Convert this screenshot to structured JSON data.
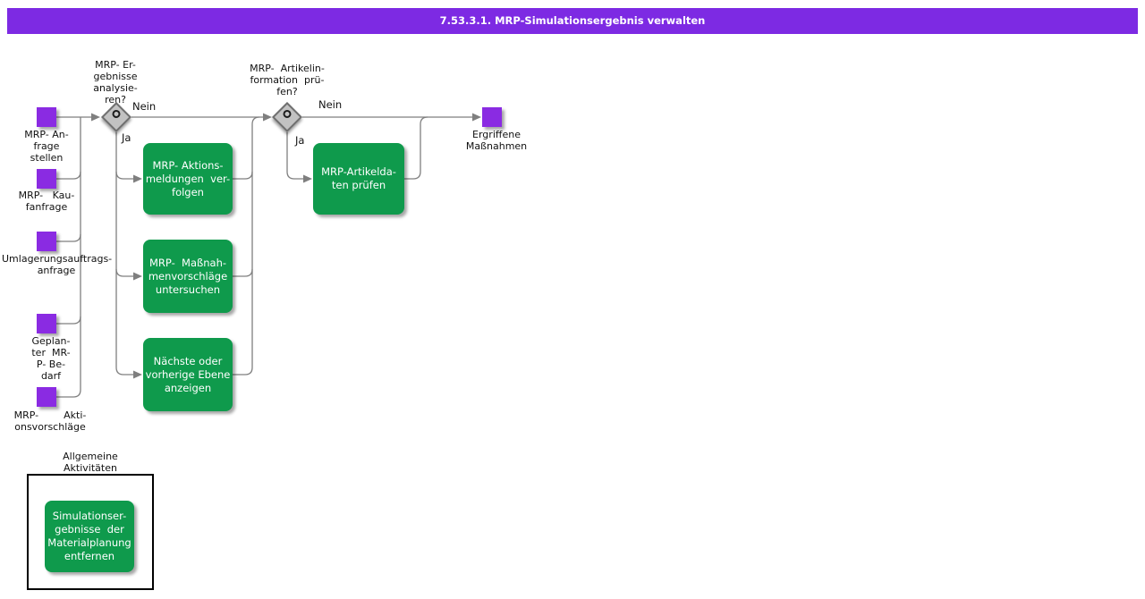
{
  "title_bar": {
    "text": "7.53.3.1. MRP-Simulationsergebnis verwalten"
  },
  "colors": {
    "title_bar": "#7d2ae3",
    "event": "#8a2be2",
    "activity": "#0f9a4c",
    "connector": "#7f7f7f",
    "gateway_fill": "#c2c2c2",
    "gateway_border": "#6f6f6f"
  },
  "events": [
    {
      "label": "MRP- An-\nfrage\nstellen"
    },
    {
      "label": "MRP-   Kau-\nfanfrage"
    },
    {
      "label": "Umlagerungsauftrags-\nanfrage"
    },
    {
      "label": "Geplan-\nter  MR-\nP- Be-\ndarf"
    },
    {
      "label": "MRP-        Akti-\nonsvorschläge"
    }
  ],
  "gateways": [
    {
      "question": "MRP- Er-\ngebnisse\nanalysie-\nren?",
      "yes_label": "Ja",
      "no_label": "Nein"
    },
    {
      "question": "MRP-  Artikelin-\nformation  prü-\nfen?",
      "yes_label": "Ja",
      "no_label": "Nein"
    }
  ],
  "activities": [
    {
      "label": "MRP- Aktions-\nmeldungen  ver-\nfolgen"
    },
    {
      "label": "MRP-  Maßnah-\nmenvorschläge\nuntersuchen"
    },
    {
      "label": "Nächste oder\nvorherige Ebene\nanzeigen"
    },
    {
      "label": "MRP-Artikelda-\nten prüfen"
    },
    {
      "label": "Simulationser-\ngebnisse  der\nMaterialplanung\nentfernen"
    }
  ],
  "end_event": {
    "label": "Ergriffene\nMaßnahmen"
  },
  "container": {
    "label": "Allgemeine\nAktivitäten"
  }
}
